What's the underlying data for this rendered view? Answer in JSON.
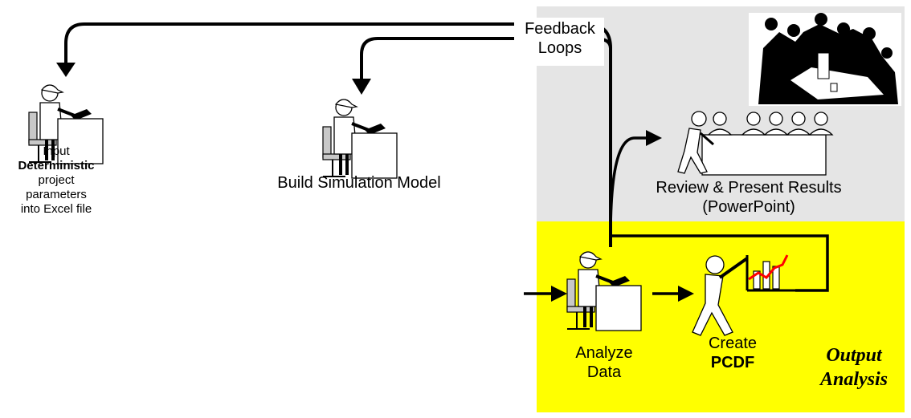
{
  "colors": {
    "output_region": "#ffff00",
    "review_region": "#e5e5e5",
    "arrow": "#000000",
    "trend_line": "#ff0000"
  },
  "icons": [
    "person-at-desk-icon",
    "meeting-group-icon",
    "presenter-with-audience-icon",
    "person-pointing-chart-icon",
    "bar-chart-icon"
  ],
  "labels": {
    "feedback": [
      "Feedback",
      "Loops"
    ],
    "input": {
      "line1": "Input",
      "line2": "Deterministic",
      "line3": "project",
      "line4": "parameters",
      "line5": "into Excel file"
    },
    "build_model": "Build Simulation Model",
    "review": [
      "Review & Present Results",
      "(PowerPoint)"
    ],
    "analyze": [
      "Analyze",
      "Data"
    ],
    "create": [
      "Create",
      "PCDF"
    ],
    "output_analysis": [
      "Output",
      "Analysis"
    ]
  }
}
